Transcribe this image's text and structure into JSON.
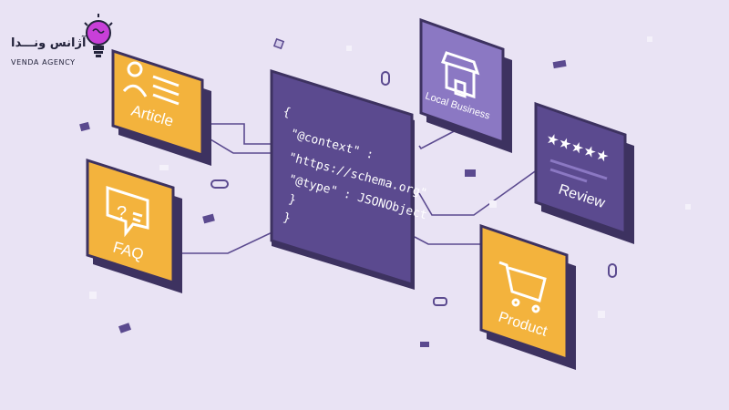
{
  "brand": {
    "name_fa": "آژانس ونـــدا",
    "name_en": "VENDA AGENCY",
    "bulb_color": "#c83fd8",
    "bulb_icon": "lightbulb-icon"
  },
  "code_card": {
    "lines": [
      "{",
      "\"@context\" :",
      "\"https://schema.org\"",
      "\"@type\" : JSONObject",
      "}",
      "}"
    ],
    "color": "#5b4a8f"
  },
  "cards": {
    "article": {
      "label": "Article",
      "icon": "person-card-icon",
      "color": "#f3b33d"
    },
    "faq": {
      "label": "FAQ",
      "icon": "question-bubble-icon",
      "color": "#f3b33d"
    },
    "local_business": {
      "label": "Local Business",
      "icon": "storefront-icon",
      "color": "#8b78c3"
    },
    "review": {
      "label": "Review",
      "icon": "stars-icon",
      "color": "#5b4a8f"
    },
    "product": {
      "label": "Product",
      "icon": "shopping-cart-icon",
      "color": "#f3b33d"
    }
  },
  "colors": {
    "background": "#e9e3f4",
    "outline": "#3d3260",
    "connector": "#5b4a8f"
  }
}
